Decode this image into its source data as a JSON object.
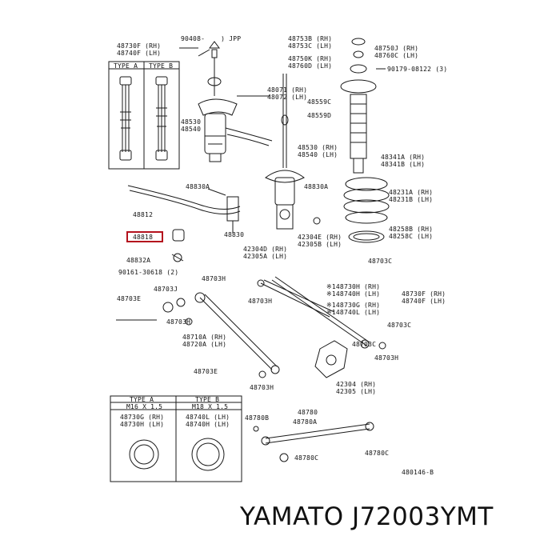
{
  "labels": {
    "l_90408": "90408-    ) JPP",
    "l_48730f": "48730F (RH)",
    "l_48740f": "48740F (LH)",
    "l_typea_top": "TYPE A",
    "l_typeb_top": "TYPE B",
    "l_48753b": "48753B (RH)",
    "l_48753c": "48753C (LH)",
    "l_48750j": "48750J (RH)",
    "l_48760c_top": "48760C (LH)",
    "l_48750k": "48750K (RH)",
    "l_48760d": "48760D (LH)",
    "l_90179": "90179-08122 (3)",
    "l_48071": "48071 (RH)",
    "l_48072": "48072 (LH)",
    "l_48559": "48559C",
    "l_48559d": "48559D",
    "l_48530a": "48530",
    "l_48540a": "48540",
    "l_48530b": "48530 (RH)",
    "l_48540b": "48540 (LH)",
    "l_48341a": "48341A (RH)",
    "l_48341b": "48341B (LH)",
    "l_48830a_l": "48830A",
    "l_48830a_r": "48830A",
    "l_48231a": "48231A (RH)",
    "l_48231b": "48231B (LH)",
    "l_48812": "48812",
    "l_48818": "48818",
    "l_48830": "48830",
    "l_42304e": "42304E (RH)",
    "l_42305b": "42305B (LH)",
    "l_48258b": "48258B (RH)",
    "l_48258c": "48258C (LH)",
    "l_42304d": "42304D (RH)",
    "l_42305a": "42305A (LH)",
    "l_48832a": "48832A",
    "l_48703c_1": "48703C",
    "l_90161": "90161-30618 (2)",
    "l_48703h_1": "48703H",
    "l_48703j": "48703J",
    "l_148730h": "※148730H (RH)",
    "l_148740h": "※148740H (LH)",
    "l_48730f_r": "48730F (RH)",
    "l_48740f_r": "48740F (LH)",
    "l_48703e": "48703E",
    "l_48703h_2": "48703H",
    "l_148730g": "※148730G (RH)",
    "l_148740l": "※148740L (LH)",
    "l_48703c_2": "48703C",
    "l_48703h_3": "48703H",
    "l_48710a": "48710A (RH)",
    "l_48720a": "48720A (LH)",
    "l_48703c_3": "48703C",
    "l_48703h_4": "48703H",
    "l_48703e_2": "48703E",
    "l_48703h_5": "48703H",
    "l_42304": "42304 (RH)",
    "l_42305": "42305 (LH)",
    "l_typea": "TYPE A",
    "l_typeb": "TYPE B",
    "l_m16": "M16 X 1.5",
    "l_m18": "M18 X 1.5",
    "l_48730g": "48730G (RH)",
    "l_48730h": "48730H (LH)",
    "l_48740l": "48740L (LH)",
    "l_48740h": "48740H (LH)",
    "l_48780b": "48780B",
    "l_48780": "48780",
    "l_48780a": "48780A",
    "l_48780c_l": "48780C",
    "l_48780c_r": "48780C",
    "l_480146": "480146-B"
  },
  "brand": "YAMATO J72003YMT",
  "colors": {
    "line": "#1a1a1a",
    "highlight": "#b4121d"
  }
}
